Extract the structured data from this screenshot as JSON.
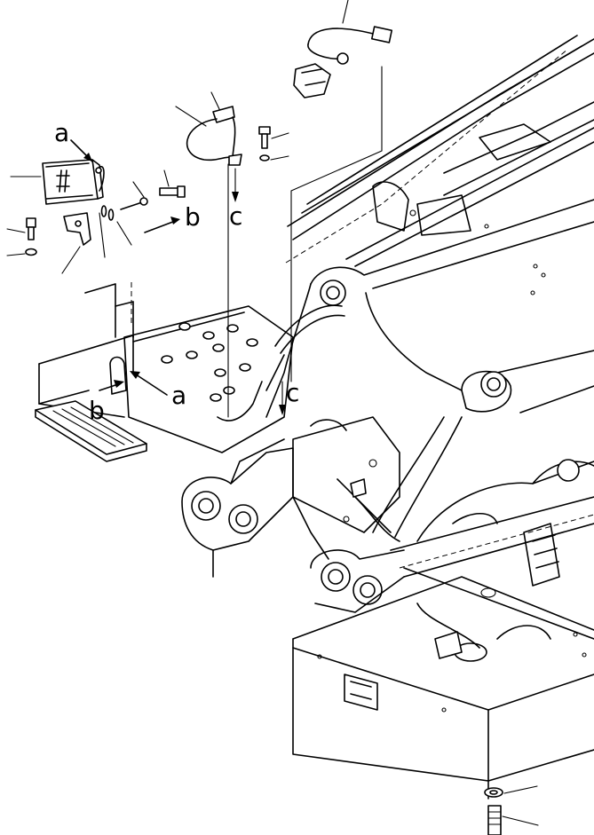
{
  "callouts": {
    "a_upper": "a",
    "a_lower": "a",
    "b_upper": "b",
    "b_lower": "b",
    "c_upper": "c",
    "c_lower": "c"
  },
  "icons": {
    "work_lamp_symbol": "lamp-icon"
  }
}
